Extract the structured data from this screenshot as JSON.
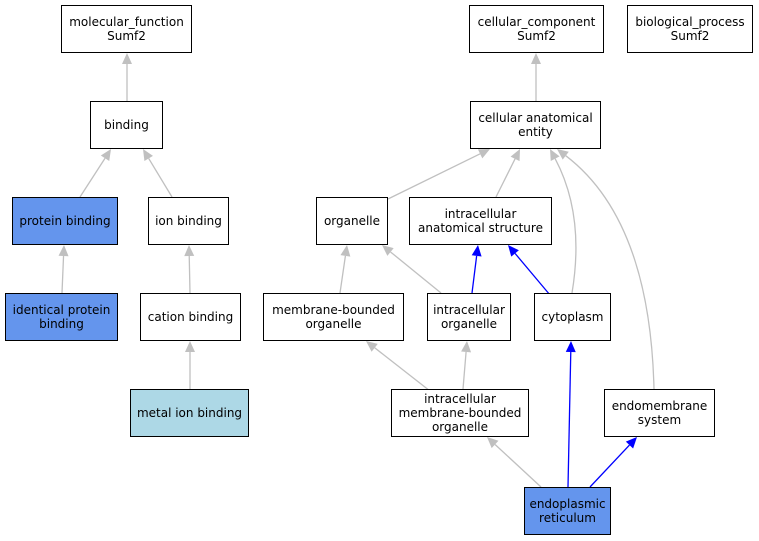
{
  "colors": {
    "annotated_fill": "#6495ed",
    "leaf_fill": "#add8e6",
    "default_fill": "#ffffff",
    "edge_gray": "#c0c0c0",
    "edge_blue": "#0000ff"
  },
  "nodes": {
    "molecular_function": {
      "line1": "molecular_function",
      "line2": "Sumf2",
      "fill": "default"
    },
    "cellular_component": {
      "line1": "cellular_component",
      "line2": "Sumf2",
      "fill": "default"
    },
    "biological_process": {
      "line1": "biological_process",
      "line2": "Sumf2",
      "fill": "default"
    },
    "binding": {
      "line1": "binding",
      "fill": "default"
    },
    "cellular_anatomical_entity": {
      "line1": "cellular anatomical",
      "line2": "entity",
      "fill": "default"
    },
    "protein_binding": {
      "line1": "protein binding",
      "fill": "annotated"
    },
    "ion_binding": {
      "line1": "ion binding",
      "fill": "default"
    },
    "organelle": {
      "line1": "organelle",
      "fill": "default"
    },
    "intracellular_anatomical_structure": {
      "line1": "intracellular",
      "line2": "anatomical structure",
      "fill": "default"
    },
    "identical_protein_binding": {
      "line1": "identical protein",
      "line2": "binding",
      "fill": "annotated"
    },
    "cation_binding": {
      "line1": "cation binding",
      "fill": "default"
    },
    "membrane_bounded_organelle": {
      "line1": "membrane-bounded",
      "line2": "organelle",
      "fill": "default"
    },
    "intracellular_organelle": {
      "line1": "intracellular",
      "line2": "organelle",
      "fill": "default"
    },
    "cytoplasm": {
      "line1": "cytoplasm",
      "fill": "default"
    },
    "metal_ion_binding": {
      "line1": "metal ion binding",
      "fill": "leaf"
    },
    "intracellular_membrane_bounded_organelle": {
      "line1": "intracellular",
      "line2": "membrane-bounded",
      "line3": "organelle",
      "fill": "default"
    },
    "endomembrane_system": {
      "line1": "endomembrane",
      "line2": "system",
      "fill": "default"
    },
    "endoplasmic_reticulum": {
      "line1": "endoplasmic",
      "line2": "reticulum",
      "fill": "annotated"
    }
  },
  "edges": [
    {
      "child": "binding",
      "parent": "molecular_function",
      "color": "gray"
    },
    {
      "child": "protein_binding",
      "parent": "binding",
      "color": "gray"
    },
    {
      "child": "ion_binding",
      "parent": "binding",
      "color": "gray"
    },
    {
      "child": "identical_protein_binding",
      "parent": "protein_binding",
      "color": "gray"
    },
    {
      "child": "cation_binding",
      "parent": "ion_binding",
      "color": "gray"
    },
    {
      "child": "metal_ion_binding",
      "parent": "cation_binding",
      "color": "gray"
    },
    {
      "child": "cellular_anatomical_entity",
      "parent": "cellular_component",
      "color": "gray"
    },
    {
      "child": "organelle",
      "parent": "cellular_anatomical_entity",
      "color": "gray"
    },
    {
      "child": "intracellular_anatomical_structure",
      "parent": "cellular_anatomical_entity",
      "color": "gray"
    },
    {
      "child": "cytoplasm",
      "parent": "cellular_anatomical_entity",
      "color": "gray"
    },
    {
      "child": "endomembrane_system",
      "parent": "cellular_anatomical_entity",
      "color": "gray"
    },
    {
      "child": "membrane_bounded_organelle",
      "parent": "organelle",
      "color": "gray"
    },
    {
      "child": "intracellular_organelle",
      "parent": "organelle",
      "color": "gray"
    },
    {
      "child": "intracellular_organelle",
      "parent": "intracellular_anatomical_structure",
      "color": "blue"
    },
    {
      "child": "cytoplasm",
      "parent": "intracellular_anatomical_structure",
      "color": "blue"
    },
    {
      "child": "intracellular_membrane_bounded_organelle",
      "parent": "membrane_bounded_organelle",
      "color": "gray"
    },
    {
      "child": "intracellular_membrane_bounded_organelle",
      "parent": "intracellular_organelle",
      "color": "gray"
    },
    {
      "child": "endoplasmic_reticulum",
      "parent": "intracellular_membrane_bounded_organelle",
      "color": "gray"
    },
    {
      "child": "endoplasmic_reticulum",
      "parent": "cytoplasm",
      "color": "blue"
    },
    {
      "child": "endoplasmic_reticulum",
      "parent": "endomembrane_system",
      "color": "blue"
    }
  ]
}
